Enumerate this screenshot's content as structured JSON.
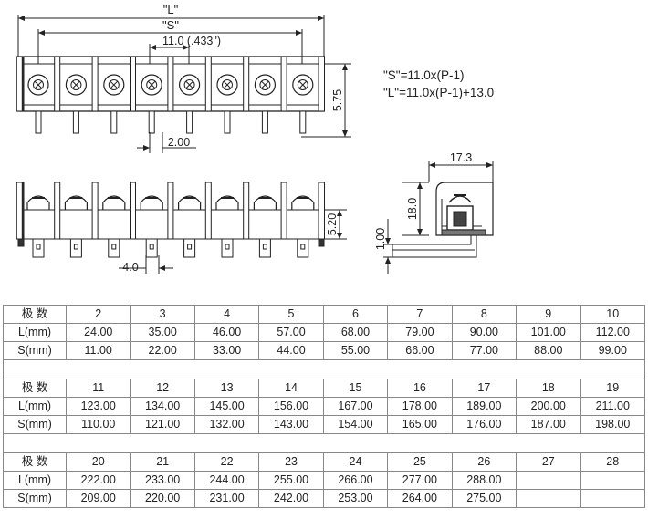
{
  "drawing": {
    "dims": {
      "L": "\"L\"",
      "S": "\"S\"",
      "pitch": "11.0 (.433\")",
      "height_top": "5.75",
      "pin_spacing": "2.00",
      "height_front": "5.20",
      "tab_width": "4.0",
      "side_width": "17.3",
      "side_height": "18.0",
      "side_thickness": "1.00"
    },
    "formulas": [
      "\"S\"=11.0x(P-1)",
      "\"L\"=11.0x(P-1)+13.0"
    ]
  },
  "table": {
    "blocks": [
      {
        "header": "极 数",
        "poles": [
          "2",
          "3",
          "4",
          "5",
          "6",
          "7",
          "8",
          "9",
          "10"
        ],
        "rows": [
          {
            "label": "L(mm)",
            "values": [
              "24.00",
              "35.00",
              "46.00",
              "57.00",
              "68.00",
              "79.00",
              "90.00",
              "101.00",
              "112.00"
            ]
          },
          {
            "label": "S(mm)",
            "values": [
              "11.00",
              "22.00",
              "33.00",
              "44.00",
              "55.00",
              "66.00",
              "77.00",
              "88.00",
              "99.00"
            ]
          }
        ]
      },
      {
        "header": "极 数",
        "poles": [
          "11",
          "12",
          "13",
          "14",
          "15",
          "16",
          "17",
          "18",
          "19"
        ],
        "rows": [
          {
            "label": "L(mm)",
            "values": [
              "123.00",
              "134.00",
              "145.00",
              "156.00",
              "167.00",
              "178.00",
              "189.00",
              "200.00",
              "211.00"
            ]
          },
          {
            "label": "S(mm)",
            "values": [
              "110.00",
              "121.00",
              "132.00",
              "143.00",
              "154.00",
              "165.00",
              "176.00",
              "187.00",
              "198.00"
            ]
          }
        ]
      },
      {
        "header": "极 数",
        "poles": [
          "20",
          "21",
          "22",
          "23",
          "24",
          "25",
          "26",
          "27",
          "28"
        ],
        "rows": [
          {
            "label": "L(mm)",
            "values": [
              "222.00",
              "233.00",
              "244.00",
              "255.00",
              "266.00",
              "277.00",
              "288.00",
              "",
              ""
            ]
          },
          {
            "label": "S(mm)",
            "values": [
              "209.00",
              "220.00",
              "231.00",
              "242.00",
              "253.00",
              "264.00",
              "275.00",
              "",
              ""
            ]
          }
        ]
      }
    ]
  }
}
